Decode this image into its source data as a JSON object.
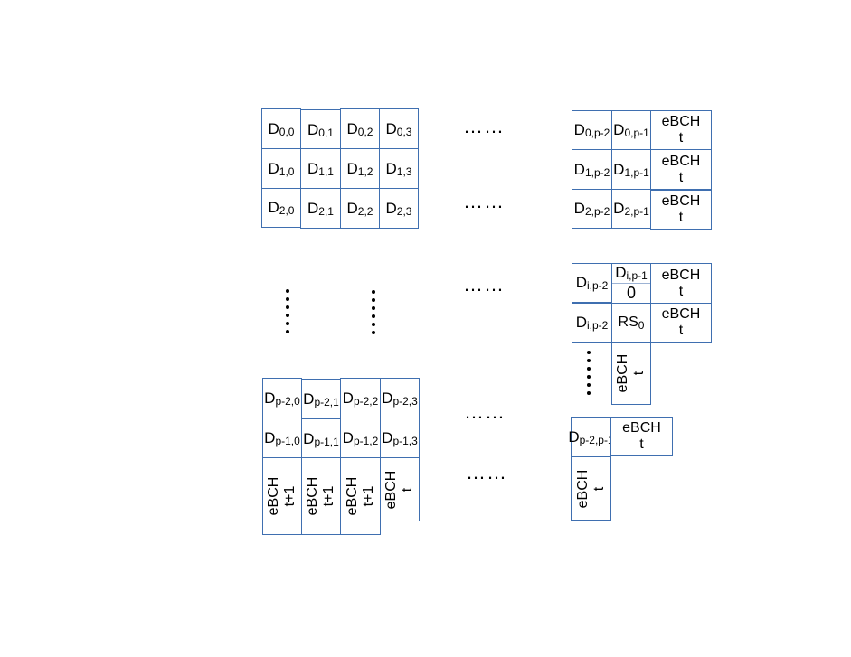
{
  "top_grid": {
    "r0": [
      {
        "main": "D",
        "sub": "0,0"
      },
      {
        "main": "D",
        "sub": "0,1"
      },
      {
        "main": "D",
        "sub": "0,2"
      },
      {
        "main": "D",
        "sub": "0,3"
      }
    ],
    "r1": [
      {
        "main": "D",
        "sub": "1,0"
      },
      {
        "main": "D",
        "sub": "1,1"
      },
      {
        "main": "D",
        "sub": "1,2"
      },
      {
        "main": "D",
        "sub": "1,3"
      }
    ],
    "r2": [
      {
        "main": "D",
        "sub": "2,0"
      },
      {
        "main": "D",
        "sub": "2,1"
      },
      {
        "main": "D",
        "sub": "2,2"
      },
      {
        "main": "D",
        "sub": "2,3"
      }
    ]
  },
  "top_right": {
    "r0": [
      {
        "main": "D",
        "sub": "0,p-2"
      },
      {
        "main": "D",
        "sub": "0,p-1"
      }
    ],
    "r1": [
      {
        "main": "D",
        "sub": "1,p-2"
      },
      {
        "main": "D",
        "sub": "1,p-1"
      }
    ],
    "r2": [
      {
        "main": "D",
        "sub": "2,p-2"
      },
      {
        "main": "D",
        "sub": "2,p-1"
      }
    ]
  },
  "ebch": {
    "line1": "eBCH",
    "line_t": "t",
    "line_t1": "t+1"
  },
  "mid_right": {
    "r0_c0": {
      "main": "D",
      "sub": "i,p-2"
    },
    "r0_c1_top": {
      "main": "D",
      "sub": "i,p-1"
    },
    "r0_c1_bottom": "0",
    "r1_c0": {
      "main": "D",
      "sub": "i,p-2"
    },
    "r1_c1": {
      "main": "RS",
      "sub": "0"
    }
  },
  "bottom_grid": {
    "r0": [
      {
        "main": "D",
        "sub": "p-2,0"
      },
      {
        "main": "D",
        "sub": "p-2,1"
      },
      {
        "main": "D",
        "sub": "p-2,2"
      },
      {
        "main": "D",
        "sub": "p-2,3"
      }
    ],
    "r1": [
      {
        "main": "D",
        "sub": "p-1,0"
      },
      {
        "main": "D",
        "sub": "p-1,1"
      },
      {
        "main": "D",
        "sub": "p-1,2"
      },
      {
        "main": "D",
        "sub": "p-1,3"
      }
    ]
  },
  "bottom_right": {
    "r0_c0": {
      "main": "D",
      "sub": "p-2,p-1"
    }
  },
  "ellipsis": "……"
}
